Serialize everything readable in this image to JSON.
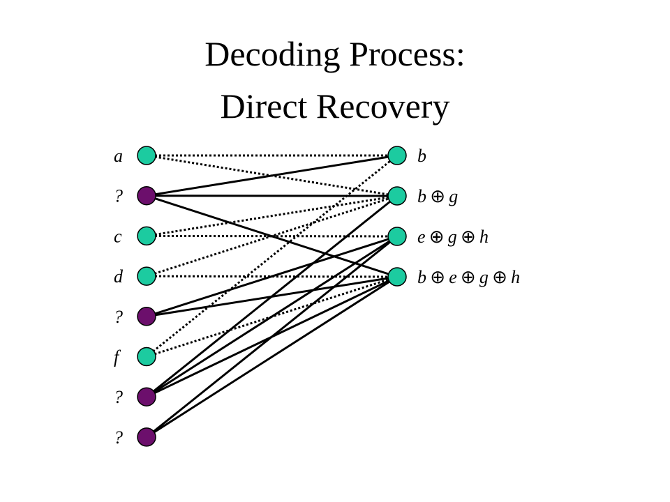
{
  "title": {
    "line1": "Decoding Process:",
    "line2": "Direct Recovery"
  },
  "colors": {
    "known": "#1ccba0",
    "unknown": "#6c0f6c",
    "edge": "#000000",
    "background": "#ffffff"
  },
  "left_nodes": [
    {
      "label": "a",
      "state": "known"
    },
    {
      "label": "?",
      "state": "unknown"
    },
    {
      "label": "c",
      "state": "known"
    },
    {
      "label": "d",
      "state": "known"
    },
    {
      "label": "?",
      "state": "unknown"
    },
    {
      "label": "f",
      "state": "known"
    },
    {
      "label": "?",
      "state": "unknown"
    },
    {
      "label": "?",
      "state": "unknown"
    }
  ],
  "right_nodes": [
    {
      "label": "b",
      "state": "known"
    },
    {
      "label": "b ⊕ g",
      "state": "known"
    },
    {
      "label": "e ⊕ g ⊕ h",
      "state": "known"
    },
    {
      "label": "b ⊕ e ⊕ g ⊕ h",
      "state": "known"
    }
  ],
  "edges": [
    {
      "from": 0,
      "to": 0,
      "style": "dotted"
    },
    {
      "from": 0,
      "to": 1,
      "style": "dotted"
    },
    {
      "from": 1,
      "to": 0,
      "style": "solid"
    },
    {
      "from": 1,
      "to": 1,
      "style": "solid"
    },
    {
      "from": 1,
      "to": 3,
      "style": "solid"
    },
    {
      "from": 2,
      "to": 1,
      "style": "dotted"
    },
    {
      "from": 2,
      "to": 2,
      "style": "dotted"
    },
    {
      "from": 3,
      "to": 1,
      "style": "dotted"
    },
    {
      "from": 3,
      "to": 3,
      "style": "dotted"
    },
    {
      "from": 4,
      "to": 2,
      "style": "solid"
    },
    {
      "from": 4,
      "to": 3,
      "style": "solid"
    },
    {
      "from": 5,
      "to": 0,
      "style": "dotted"
    },
    {
      "from": 5,
      "to": 3,
      "style": "dotted"
    },
    {
      "from": 6,
      "to": 1,
      "style": "solid"
    },
    {
      "from": 6,
      "to": 2,
      "style": "solid"
    },
    {
      "from": 6,
      "to": 3,
      "style": "solid"
    },
    {
      "from": 7,
      "to": 2,
      "style": "solid"
    },
    {
      "from": 7,
      "to": 3,
      "style": "solid"
    }
  ]
}
